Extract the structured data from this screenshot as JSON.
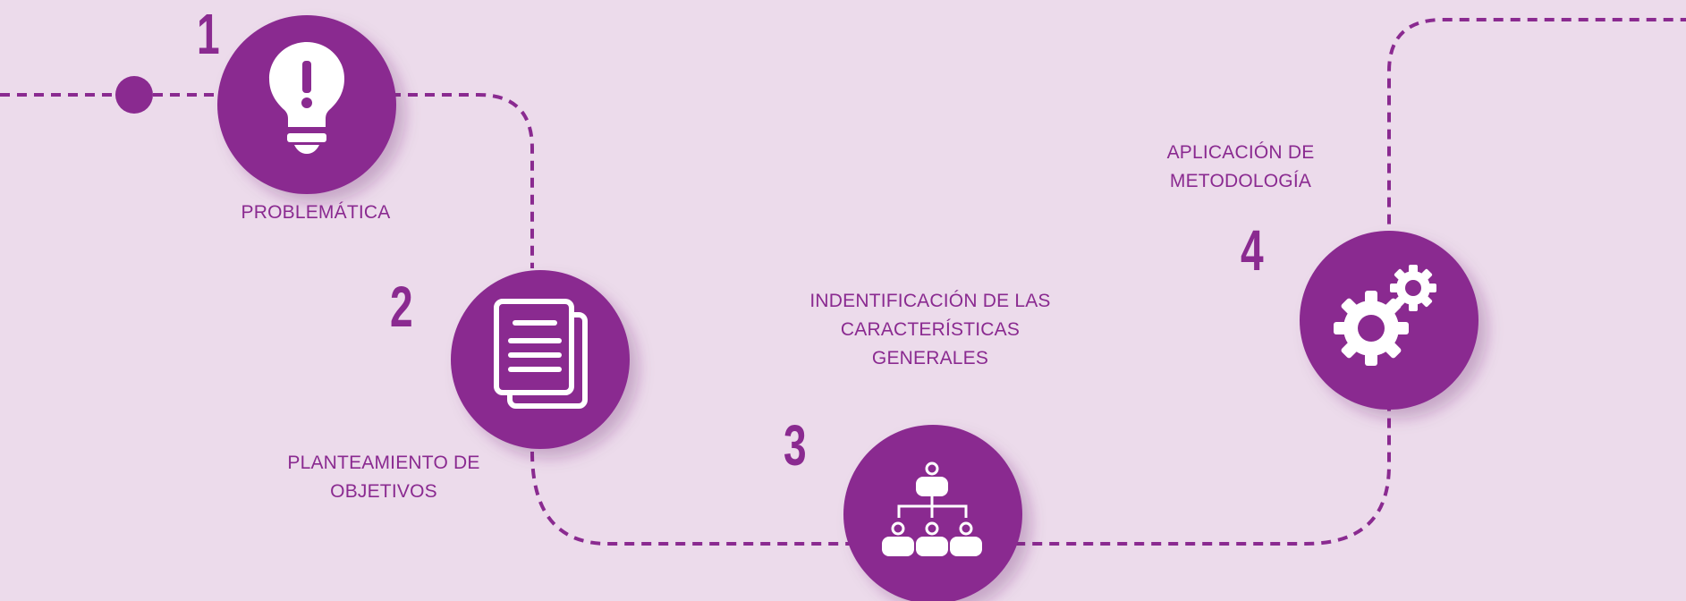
{
  "colors": {
    "background": "#ecdbeb",
    "accent": "#8a2a90",
    "icon": "#ffffff"
  },
  "steps": [
    {
      "number": "1",
      "label_lines": [
        "PROBLEMÁTICA"
      ],
      "icon": "lightbulb-exclamation-icon"
    },
    {
      "number": "2",
      "label_lines": [
        "PLANTEAMIENTO DE",
        "OBJETIVOS"
      ],
      "icon": "documents-icon"
    },
    {
      "number": "3",
      "label_lines": [
        "INDENTIFICACIÓN DE LAS",
        "CARACTERÍSTICAS",
        "GENERALES"
      ],
      "icon": "org-chart-icon"
    },
    {
      "number": "4",
      "label_lines": [
        "APLICACIÓN DE",
        "METODOLOGÍA"
      ],
      "icon": "gears-icon"
    }
  ]
}
